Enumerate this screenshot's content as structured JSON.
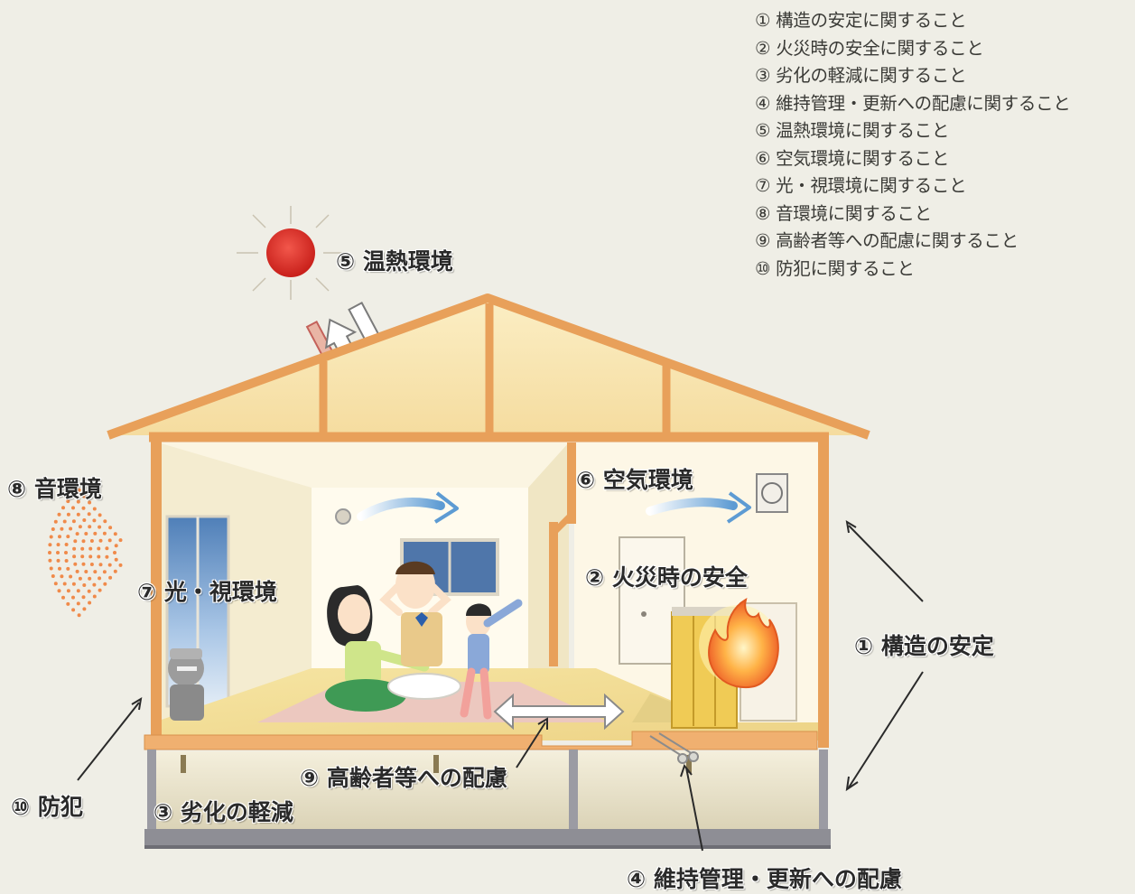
{
  "legend": [
    "① 構造の安定に関すること",
    "② 火災時の安全に関すること",
    "③ 劣化の軽減に関すること",
    "④ 維持管理・更新への配慮に関すること",
    "⑤ 温熱環境に関すること",
    "⑥ 空気環境に関すること",
    "⑦ 光・視環境に関すること",
    "⑧ 音環境に関すること",
    "⑨ 高齢者等への配慮に関すること",
    "⑩ 防犯に関すること"
  ],
  "labels": {
    "thermal": "⑤ 温熱環境",
    "air": "⑥ 空気環境",
    "sound": "⑧ 音環境",
    "light": "⑦ 光・視環境",
    "fire": "② 火災時の安全",
    "structure": "① 構造の安定",
    "elderly": "⑨ 高齢者等への配慮",
    "deterioration": "③ 劣化の軽減",
    "crime": "⑩ 防犯",
    "maintenance": "④ 維持管理・更新への配慮"
  },
  "colors": {
    "background": "#efeee6",
    "frame": "#e9a15a",
    "wall": "#fdf6d6",
    "attic": "#f8e4ae",
    "floor": "#f2dc8c",
    "rug": "#ecc9c0",
    "sun": "#e2342a",
    "flame": "#f06a2a",
    "air_arrow": "#6aa6d8",
    "foundation": "#8e8e95"
  }
}
